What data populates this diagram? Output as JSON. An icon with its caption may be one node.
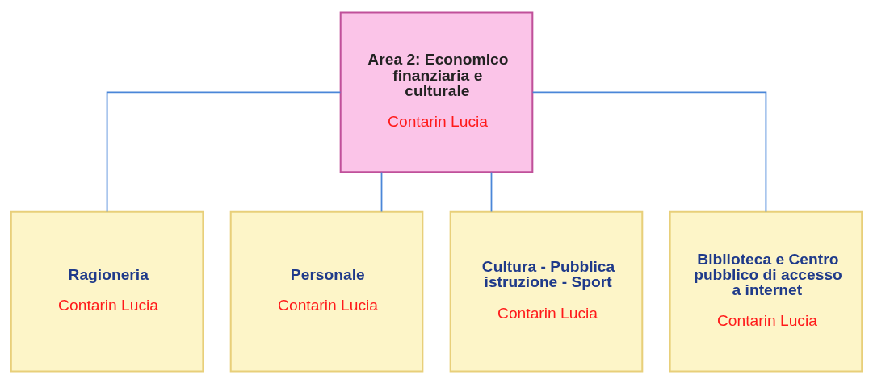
{
  "diagram": {
    "nodes": [
      {
        "text": [
          "Area 2: Economico finanziaria e culturale",
          "Contarin Lucia"
        ]
      },
      {
        "text": [
          "Ragioneria",
          "Contarin Lucia"
        ]
      },
      {
        "text": [
          "Personale",
          "Contarin Lucia"
        ]
      },
      {
        "text": [
          "Cultura - Pubblica istruzione - Sport",
          "Contarin Lucia"
        ]
      },
      {
        "text": [
          "Biblioteca e Centro pubblico di accesso a internet",
          "Contarin Lucia"
        ]
      }
    ],
    "edges": [
      {
        "from": 0,
        "to": 1,
        "arrow": "none"
      },
      {
        "from": 0,
        "to": 2,
        "arrow": "none"
      },
      {
        "from": 0,
        "to": 3,
        "arrow": "none"
      },
      {
        "from": 0,
        "to": 4,
        "arrow": "none"
      }
    ]
  }
}
